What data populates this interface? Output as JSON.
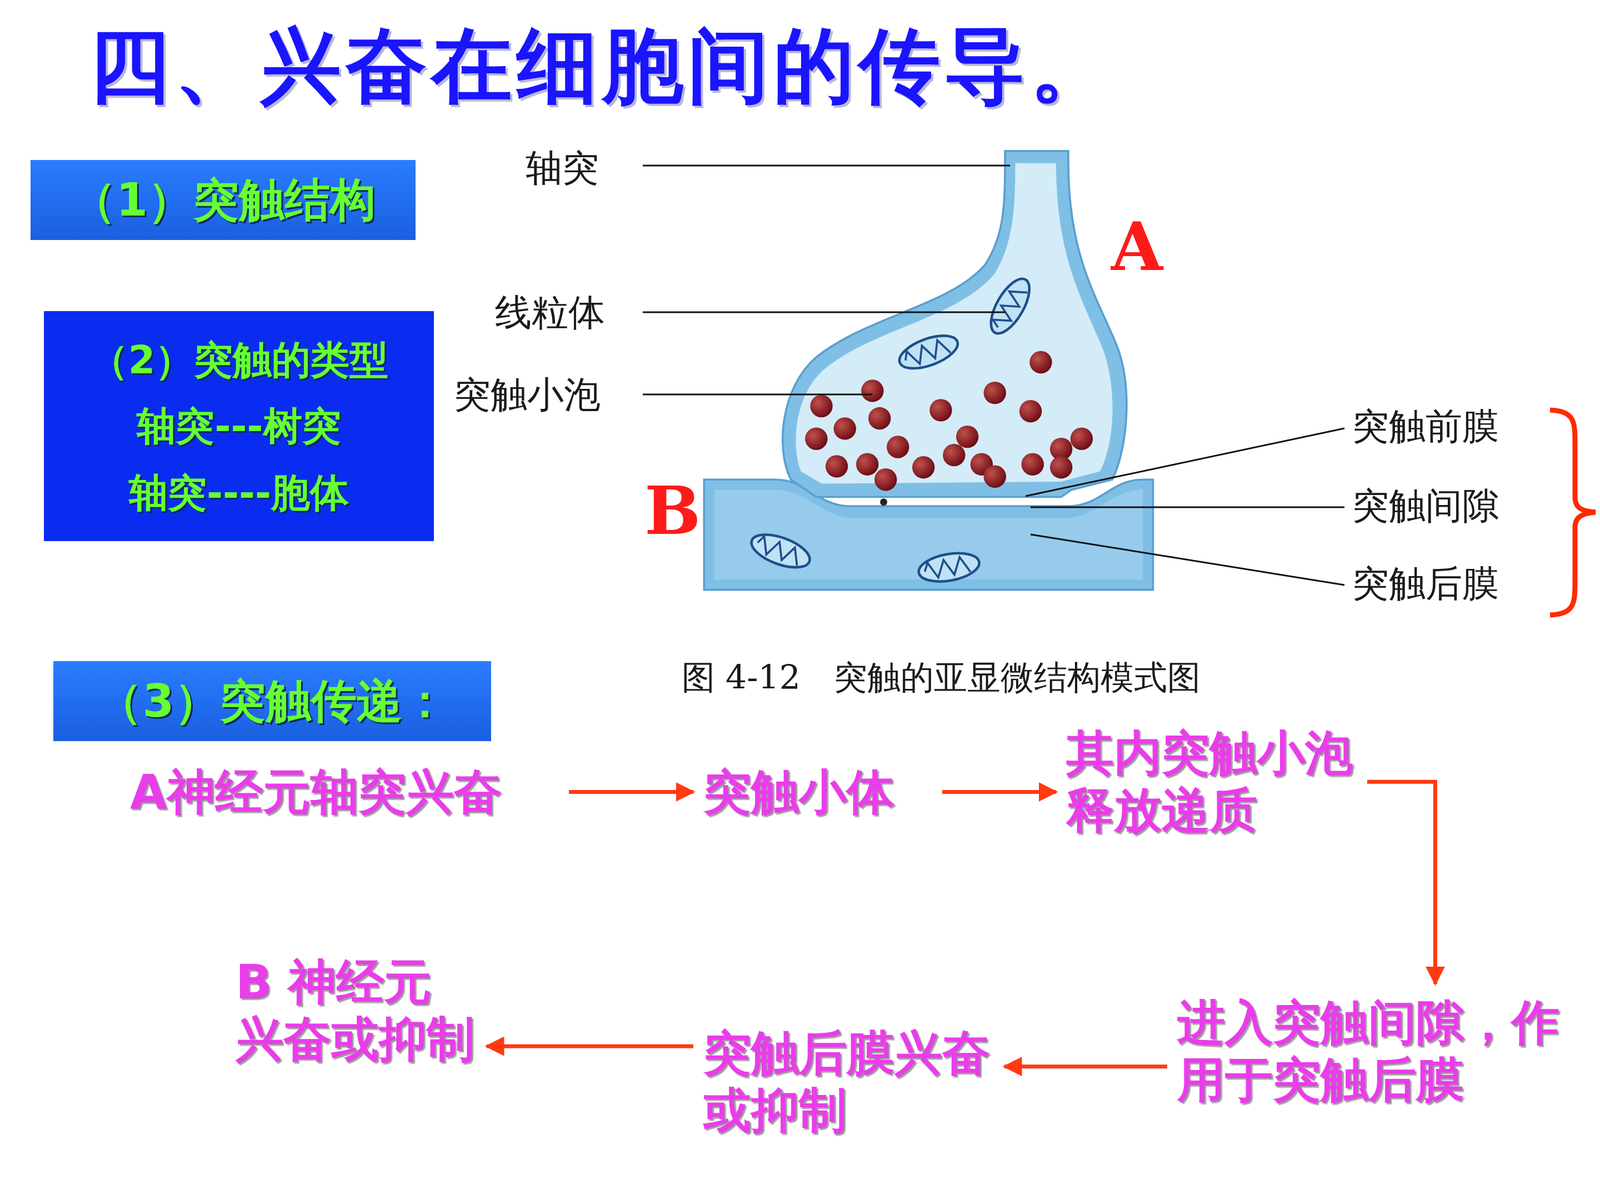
{
  "diagram": {
    "title": "四、兴奋在细胞间的传导。",
    "caption": "图 4-12　突触的亚显微结构模式图",
    "nodes": [
      {
        "text": [
          "（1）突触结构"
        ]
      },
      {
        "text": [
          "（2）突触的类型",
          "轴突---树突",
          "轴突----胞体"
        ]
      },
      {
        "text": [
          "（3）突触传递："
        ]
      },
      {
        "text": [
          "A神经元轴突兴奋"
        ]
      },
      {
        "text": [
          "突触小体"
        ]
      },
      {
        "text": [
          "其内突触小泡释放递质"
        ]
      },
      {
        "text": [
          "进入突触间隙，作用于突触后膜"
        ]
      },
      {
        "text": [
          "突触后膜兴奋或抑制"
        ]
      },
      {
        "text": [
          "B 神经元兴奋或抑制"
        ]
      }
    ],
    "edges": [
      {
        "from": 3,
        "to": 4,
        "arrow": "to"
      },
      {
        "from": 4,
        "to": 5,
        "arrow": "to"
      },
      {
        "from": 5,
        "to": 6,
        "arrow": "to"
      },
      {
        "from": 6,
        "to": 7,
        "arrow": "to"
      },
      {
        "from": 7,
        "to": 8,
        "arrow": "to"
      }
    ],
    "labels": [
      "轴突",
      "线粒体",
      "突触小泡",
      "突触前膜",
      "突触间隙",
      "突触后膜",
      "A",
      "B"
    ]
  }
}
